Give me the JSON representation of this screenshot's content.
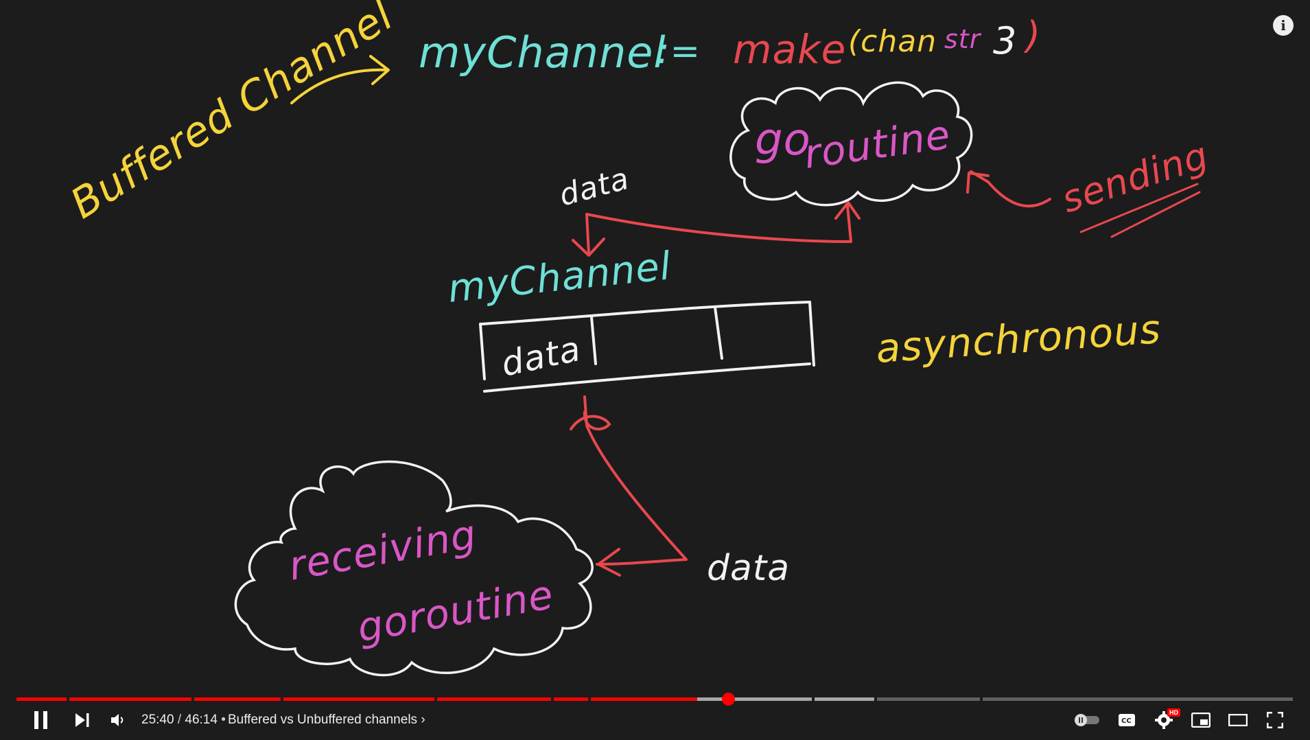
{
  "video": {
    "title": "Buffered vs Unbuffered channels",
    "current_time": "25:40",
    "duration": "46:14",
    "progress_fraction": 0.555
  },
  "board": {
    "heading_label": "Buffered Channel",
    "code_var": "myChannel",
    "code_op": ":=",
    "code_make": "make",
    "code_chan": "(chan",
    "code_str": "str",
    "code_size": "3",
    "code_close": ")",
    "top_goroutine_go": "go",
    "top_goroutine_routine": "routine",
    "sending_label": "sending",
    "data_top": "data",
    "channel_label": "myChannel",
    "slot_data": "data",
    "async_label": "asynchronous",
    "receiving_line1": "receiving",
    "receiving_line2": "goroutine",
    "data_bottom": "data"
  },
  "colors": {
    "board_bg": "#1c1c1c",
    "yellow": "#f5d33a",
    "cyan": "#6fe0d6",
    "red": "#e8484f",
    "magenta": "#d957c6",
    "white": "#f2f2f2",
    "progress_red": "#ff0000"
  },
  "controls": {
    "pause_icon": "pause-icon",
    "next_icon": "next-icon",
    "volume_icon": "volume-icon",
    "chevron_icon": "chevron-right-icon",
    "autoplay_icon": "autoplay-toggle-icon",
    "captions_icon": "captions-icon",
    "settings_icon": "settings-gear-icon",
    "hd_badge": "HD",
    "miniplayer_icon": "miniplayer-icon",
    "theater_icon": "theater-mode-icon",
    "fullscreen_icon": "fullscreen-icon",
    "info_icon": "info-icon"
  }
}
